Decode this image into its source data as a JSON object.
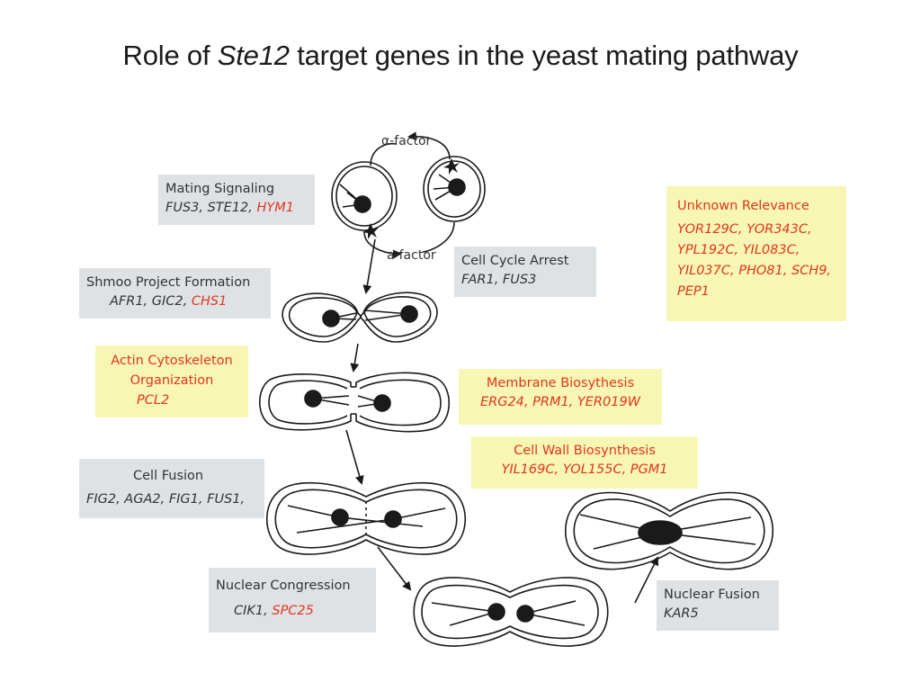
{
  "title": {
    "prefix": "Role of ",
    "italic": "Ste12",
    "suffix": " target genes in the yeast mating pathway"
  },
  "labels": {
    "alpha_factor": "α-factor",
    "a_factor": "a-factor"
  },
  "colors": {
    "gray_box": "#dfe2e4",
    "yellow_box": "#f8f6b4",
    "highlight_gene": "#e0361f",
    "drawing": "#1a1a1a"
  },
  "boxes": {
    "mating_signaling": {
      "heading": "Mating Signaling",
      "genes": "FUS3, STE12, ",
      "genes_red": "HYM1"
    },
    "cell_cycle_arrest": {
      "heading": "Cell Cycle Arrest",
      "genes": "FAR1, FUS3",
      "genes_red": ""
    },
    "shmoo_projection": {
      "heading": "Shmoo Project Formation",
      "genes": "AFR1, GIC2, ",
      "genes_red": "CHS1"
    },
    "actin_cytoskeleton": {
      "heading": "Actin Cytoskeleton Organization",
      "genes": "",
      "genes_red": "PCL2"
    },
    "membrane_biosynthesis": {
      "heading": "Membrane Biosythesis",
      "genes": "",
      "genes_red": "ERG24, PRM1, YER019W"
    },
    "cell_wall_biosynthesis": {
      "heading": "Cell Wall Biosynthesis",
      "genes": "",
      "genes_red": "YIL169C, YOL155C, PGM1"
    },
    "cell_fusion": {
      "heading": "Cell Fusion",
      "genes": "FIG2, AGA2, FIG1, FUS1,",
      "genes_red": ""
    },
    "nuclear_congression": {
      "heading": "Nuclear Congression",
      "genes": "CIK1, ",
      "genes_red": "SPC25"
    },
    "nuclear_fusion": {
      "heading": "Nuclear Fusion",
      "genes": "KAR5",
      "genes_red": ""
    },
    "unknown_relevance": {
      "heading": "Unknown Relevance",
      "genes": "",
      "genes_red": "YOR129C, YOR343C, YPL192C, YIL083C, YIL037C, PHO81, SCH9, PEP1"
    }
  }
}
